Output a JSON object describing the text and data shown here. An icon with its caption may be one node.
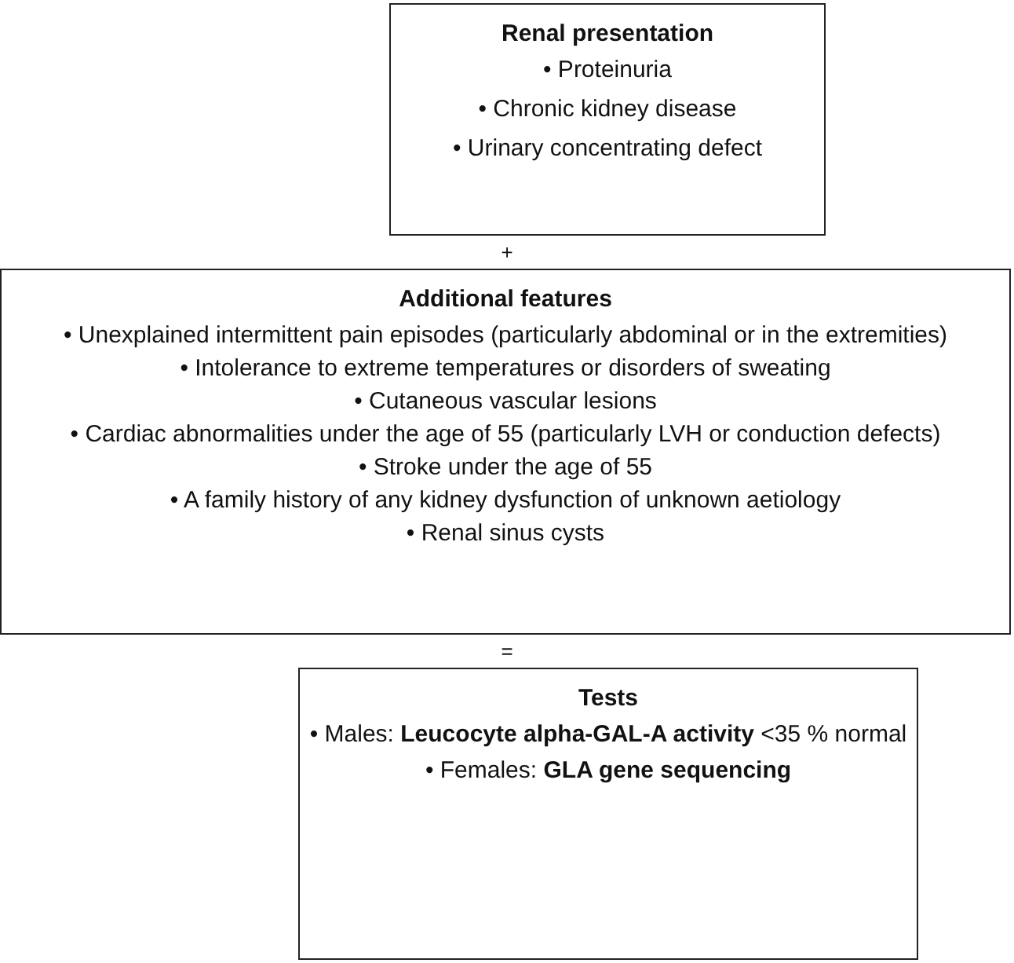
{
  "diagram": {
    "nodes": [
      {
        "text": [
          "Renal presentation",
          "• Proteinuria",
          "• Chronic kidney disease",
          "• Urinary concentrating defect"
        ]
      },
      {
        "text": [
          "Additional features",
          "• Unexplained intermittent pain episodes (particularly abdominal or in the extremities)",
          "• Intolerance to extreme temperatures or disorders of sweating",
          "• Cutaneous vascular lesions",
          "• Cardiac abnormalities under the age of 55 (particularly LVH or conduction defects)",
          "• Stroke under the age of 55",
          "• A family history of any kidney dysfunction of unknown aetiology",
          "• Renal sinus cysts"
        ]
      },
      {
        "text": [
          "Tests",
          "• Males: **Leucocyte alpha-GAL-A activity** <35 % normal",
          "• Females: **GLA gene sequencing**"
        ]
      }
    ],
    "labels": [
      "+",
      "="
    ]
  }
}
